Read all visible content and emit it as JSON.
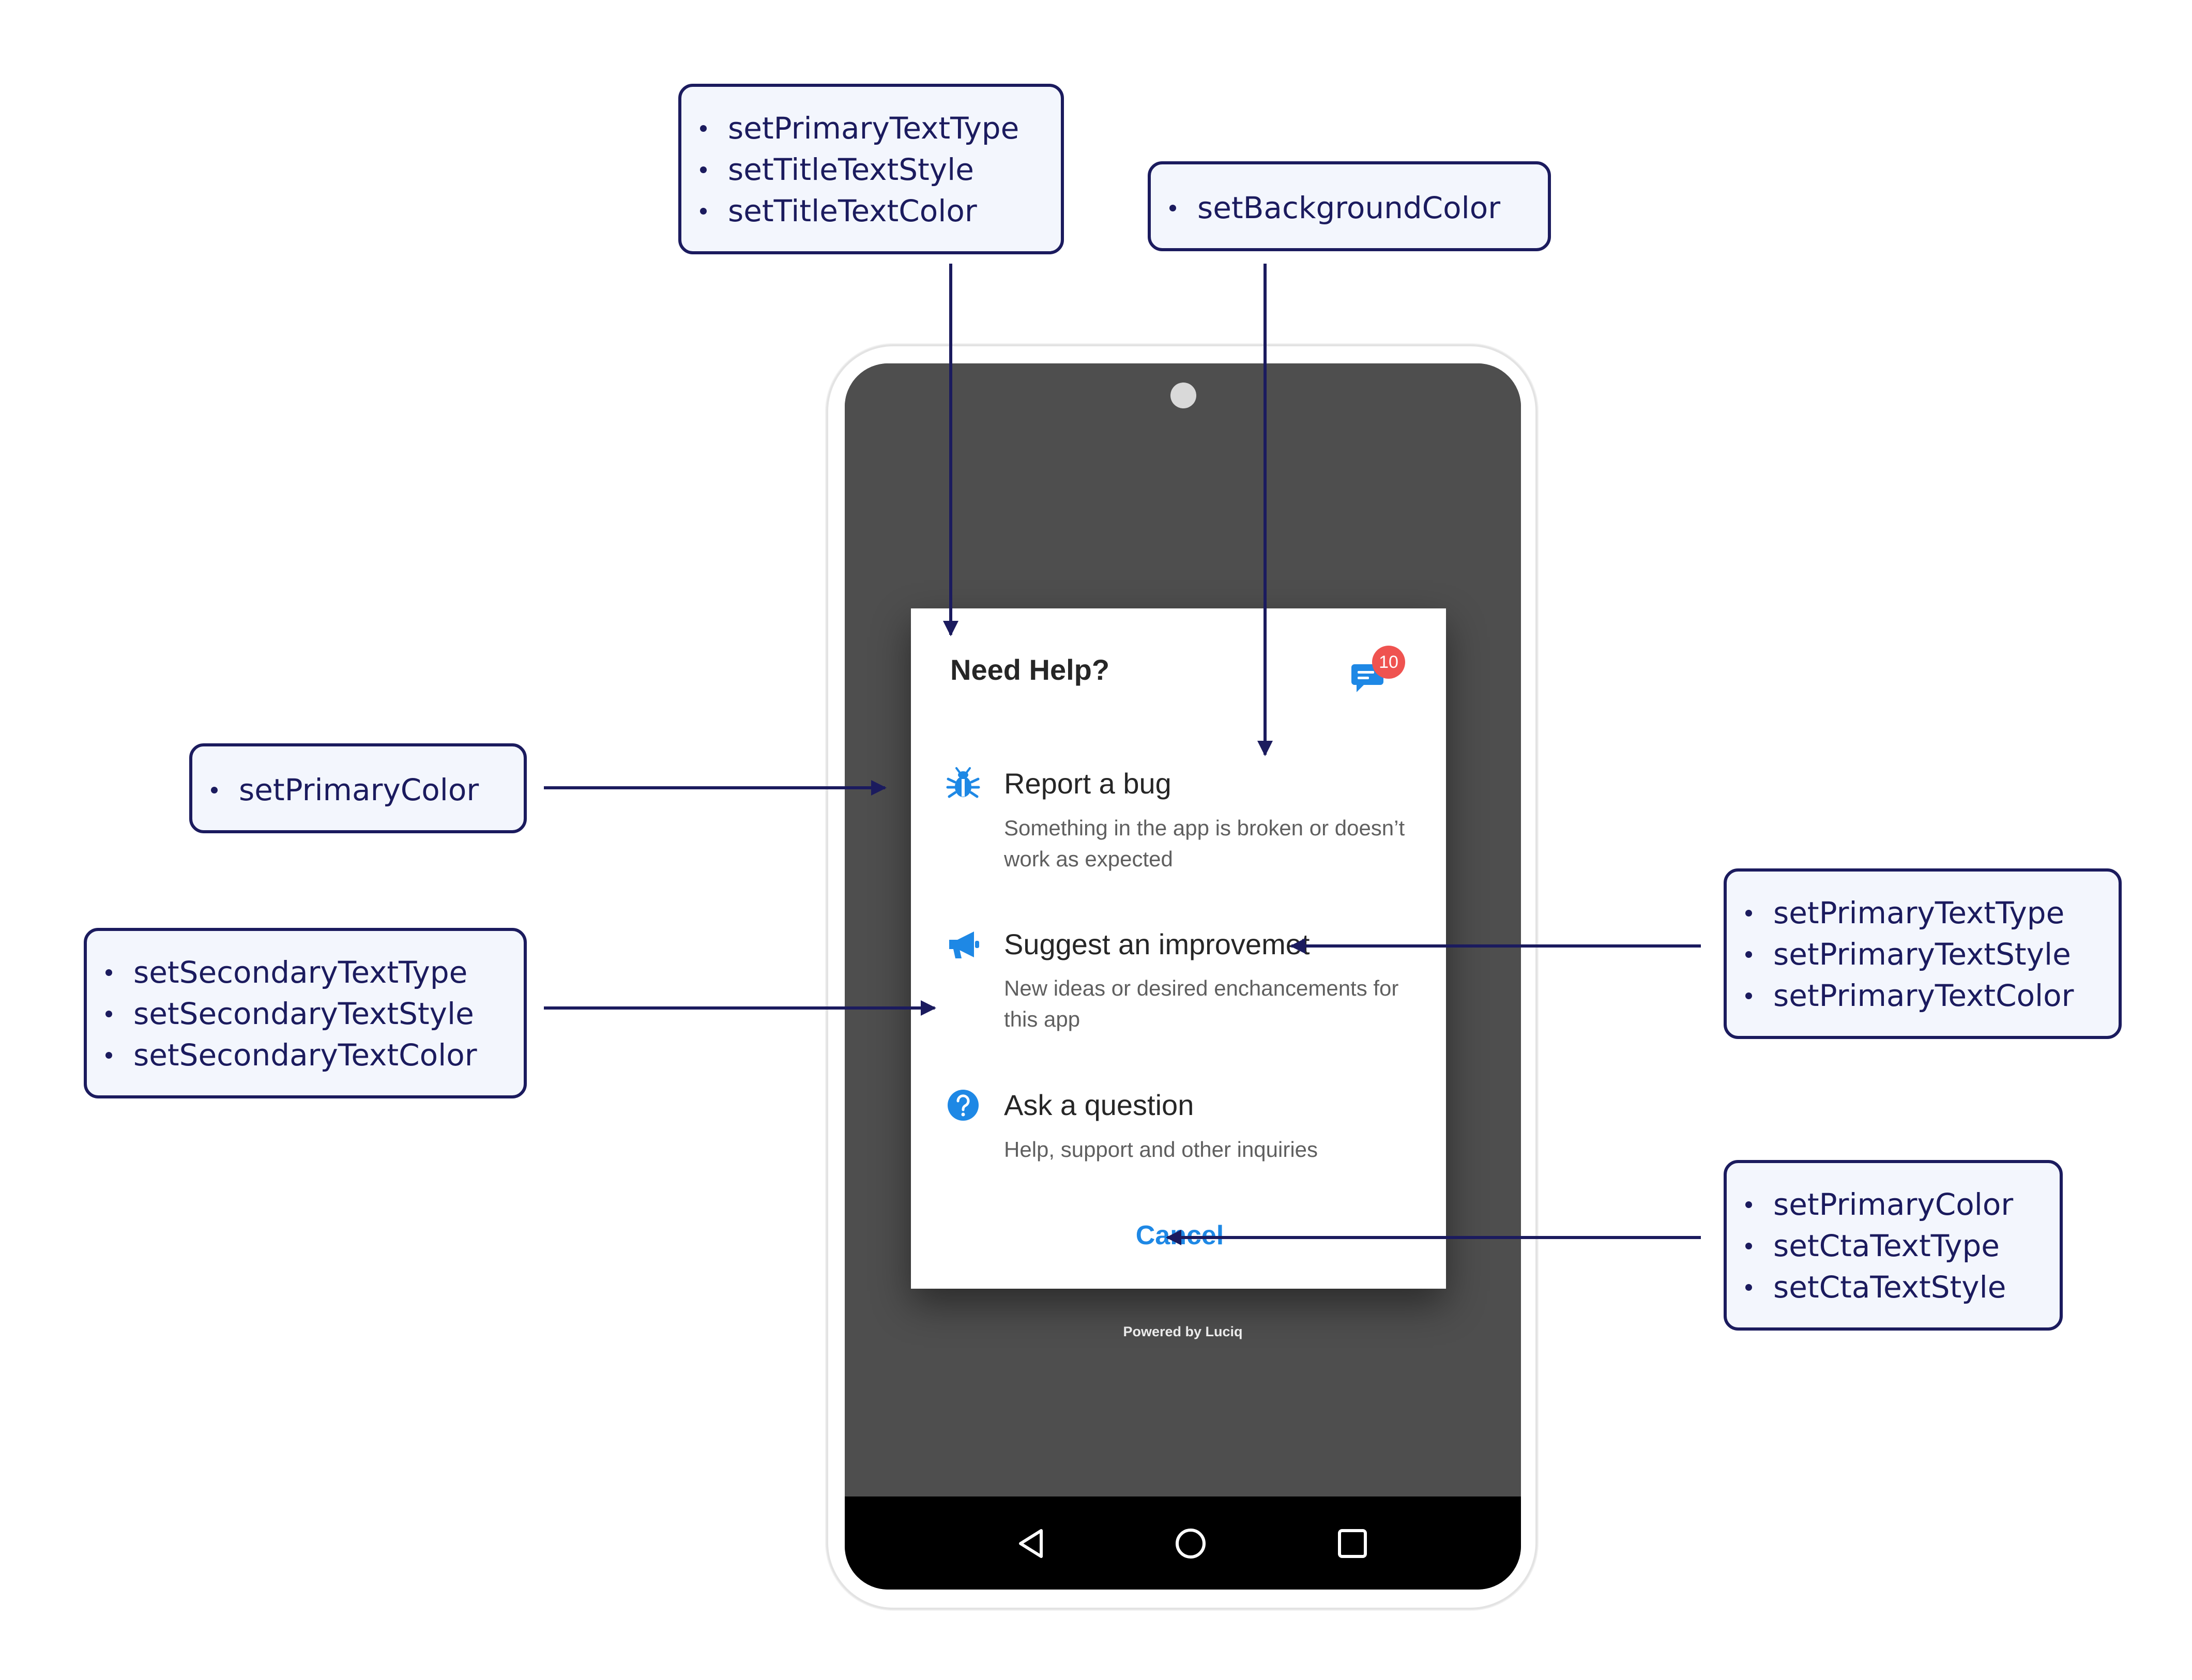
{
  "callouts": {
    "title_styling": [
      "setPrimaryTextType",
      "setTitleTextStyle",
      "setTitleTextColor"
    ],
    "background": [
      "setBackgroundColor"
    ],
    "primary_color": [
      "setPrimaryColor"
    ],
    "secondary_text": [
      "setSecondaryTextType",
      "setSecondaryTextStyle",
      "setSecondaryTextColor"
    ],
    "primary_text": [
      "setPrimaryTextType",
      "setPrimaryTextStyle",
      "setPrimaryTextColor"
    ],
    "cta": [
      "setPrimaryColor",
      "setCtaTextType",
      "setCtaTextStyle"
    ]
  },
  "dialog": {
    "title": "Need Help?",
    "badge_count": "10",
    "options": [
      {
        "icon": "bug-icon",
        "title": "Report a bug",
        "description": "Something in the app is broken or doesn’t work as expected"
      },
      {
        "icon": "megaphone-icon",
        "title": "Suggest an improvemet",
        "description": "New ideas or desired enchancements for this app"
      },
      {
        "icon": "question-icon",
        "title": "Ask a question",
        "description": "Help, support and other inquiries"
      }
    ],
    "cancel_label": "Cancel"
  },
  "footer": {
    "powered_by": "Powered by Luciq"
  },
  "navbar": [
    "back-icon",
    "home-icon",
    "recents-icon"
  ],
  "colors": {
    "annotation": "#1b1b5e",
    "callout_fill": "#f3f6fd",
    "primary": "#1e88e5",
    "badge": "#ef5350",
    "screen_dim": "#4e4e4e"
  }
}
